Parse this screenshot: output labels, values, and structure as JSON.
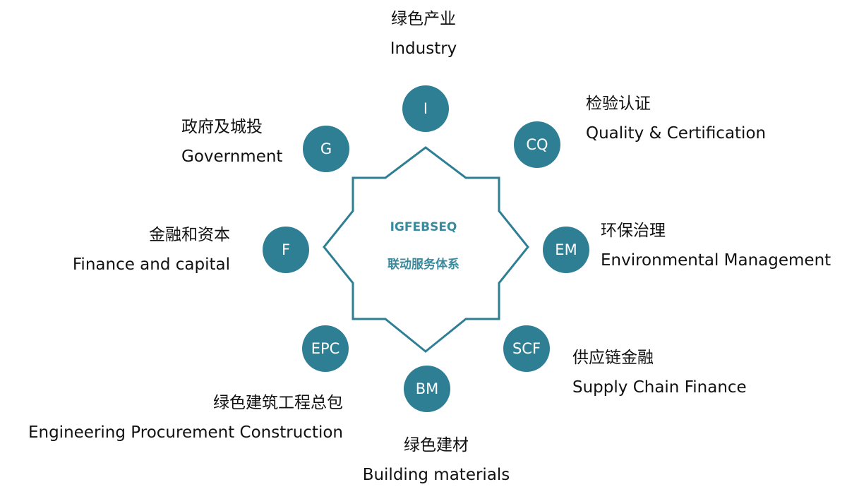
{
  "center": {
    "title": "IGFEBSEQ",
    "subtitle": "联动服务体系"
  },
  "nodes": {
    "i": "I",
    "cq": "CQ",
    "em": "EM",
    "scf": "SCF",
    "bm": "BM",
    "epc": "EPC",
    "f": "F",
    "g": "G"
  },
  "labels": {
    "industry": {
      "zh": "绿色产业",
      "en": "Industry"
    },
    "quality": {
      "zh": "检验认证",
      "en": "Quality & Certification"
    },
    "environment": {
      "zh": "环保治理",
      "en": "Environmental Management"
    },
    "supply_chain": {
      "zh": "供应链金融",
      "en": "Supply Chain Finance"
    },
    "building": {
      "zh": "绿色建材",
      "en": "Building materials"
    },
    "engineering": {
      "zh": "绿色建筑工程总包",
      "en": "Engineering Procurement Construction"
    },
    "finance": {
      "zh": "金融和资本",
      "en": "Finance and capital"
    },
    "government": {
      "zh": "政府及城投",
      "en": "Government"
    }
  },
  "colors": {
    "node_fill": "#2f7f94",
    "star_stroke": "#2f7f94",
    "center_text": "#3a8a9e"
  }
}
